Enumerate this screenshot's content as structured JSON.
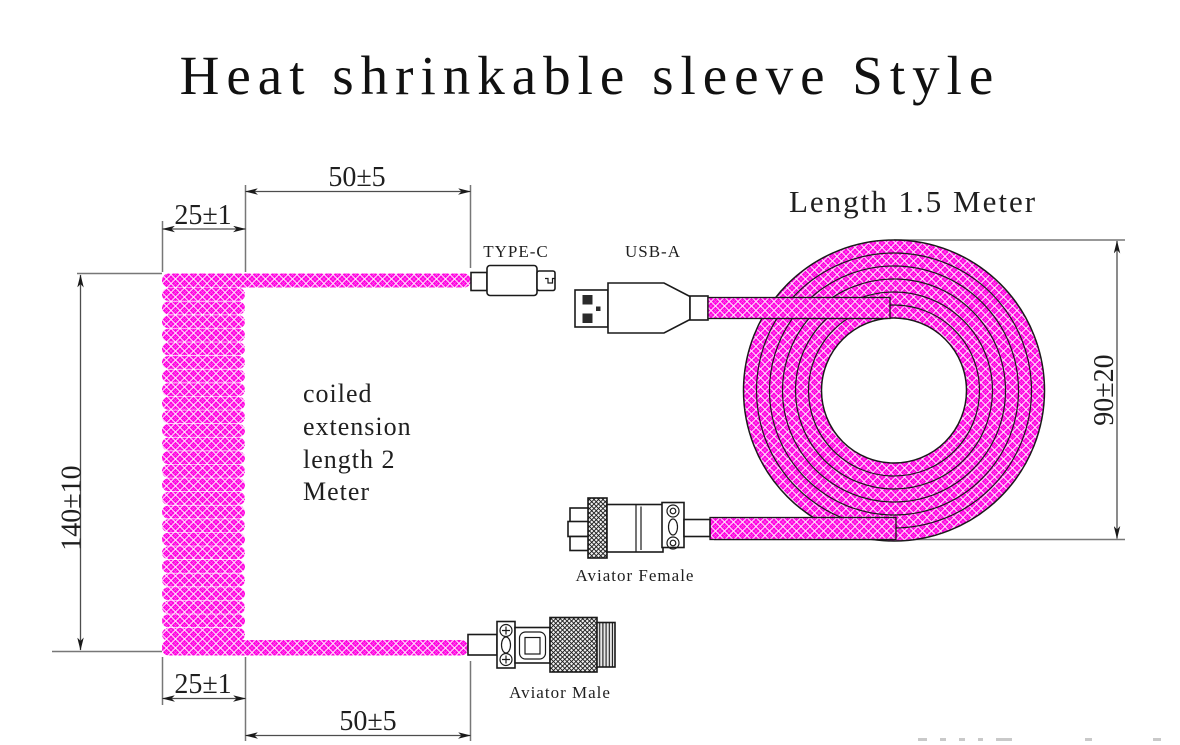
{
  "title": "Heat shrinkable sleeve Style",
  "coil": {
    "note_lines": [
      "coiled",
      "extension",
      "length 2",
      "Meter"
    ]
  },
  "cable": {
    "length_label": "Length 1.5 Meter"
  },
  "connectors": {
    "type_c": "TYPE-C",
    "usb_a": "USB-A",
    "aviator_female": "Aviator Female",
    "aviator_male": "Aviator Male"
  },
  "dimensions": {
    "coil_width_top": "25±1",
    "tail_top": "50±5",
    "coil_height": "140±10",
    "coil_width_bottom": "25±1",
    "tail_bottom": "50±5",
    "circle_height": "90±20"
  },
  "colors": {
    "cable_magenta": "#ff00e0",
    "braid_highlight": "#ffffff",
    "extension_line": "#777777",
    "dimension_line": "#4d4d4d",
    "text": "#1f1f1f",
    "background": "#ffffff"
  }
}
